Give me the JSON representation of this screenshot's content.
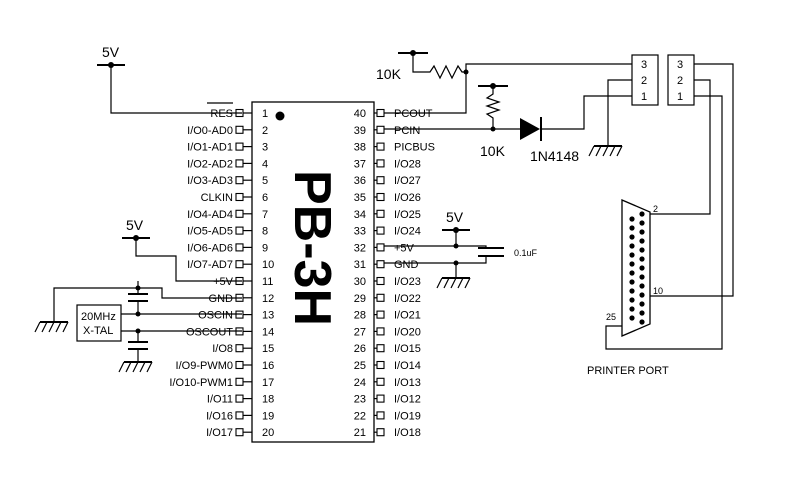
{
  "chip": {
    "name": "PB-3H",
    "left_pins": [
      {
        "num": "1",
        "label": "RES"
      },
      {
        "num": "2",
        "label": "I/O0-AD0"
      },
      {
        "num": "3",
        "label": "I/O1-AD1"
      },
      {
        "num": "4",
        "label": "I/O2-AD2"
      },
      {
        "num": "5",
        "label": "I/O3-AD3"
      },
      {
        "num": "6",
        "label": "CLKIN"
      },
      {
        "num": "7",
        "label": "I/O4-AD4"
      },
      {
        "num": "8",
        "label": "I/O5-AD5"
      },
      {
        "num": "9",
        "label": "I/O6-AD6"
      },
      {
        "num": "10",
        "label": "I/O7-AD7"
      },
      {
        "num": "11",
        "label": "+5V"
      },
      {
        "num": "12",
        "label": "GND"
      },
      {
        "num": "13",
        "label": "OSCIN"
      },
      {
        "num": "14",
        "label": "OSCOUT"
      },
      {
        "num": "15",
        "label": "I/O8"
      },
      {
        "num": "16",
        "label": "I/O9-PWM0"
      },
      {
        "num": "17",
        "label": "I/O10-PWM1"
      },
      {
        "num": "18",
        "label": "I/O11"
      },
      {
        "num": "19",
        "label": "I/O16"
      },
      {
        "num": "20",
        "label": "I/O17"
      }
    ],
    "right_pins": [
      {
        "num": "40",
        "label": "PCOUT"
      },
      {
        "num": "39",
        "label": "PCIN"
      },
      {
        "num": "38",
        "label": "PICBUS"
      },
      {
        "num": "37",
        "label": "I/O28"
      },
      {
        "num": "36",
        "label": "I/O27"
      },
      {
        "num": "35",
        "label": "I/O26"
      },
      {
        "num": "34",
        "label": "I/O25"
      },
      {
        "num": "33",
        "label": "I/O24"
      },
      {
        "num": "32",
        "label": "+5V"
      },
      {
        "num": "31",
        "label": "GND"
      },
      {
        "num": "30",
        "label": "I/O23"
      },
      {
        "num": "29",
        "label": "I/O22"
      },
      {
        "num": "28",
        "label": "I/O21"
      },
      {
        "num": "27",
        "label": "I/O20"
      },
      {
        "num": "26",
        "label": "I/O15"
      },
      {
        "num": "25",
        "label": "I/O14"
      },
      {
        "num": "24",
        "label": "I/O13"
      },
      {
        "num": "23",
        "label": "I/O12"
      },
      {
        "num": "22",
        "label": "I/O19"
      },
      {
        "num": "21",
        "label": "I/O18"
      }
    ]
  },
  "components": {
    "vcc_top": "5V",
    "vcc_mid": "5V",
    "vcc_right": "5V",
    "vcc_res": "",
    "res_top": "10K",
    "res_mid": "10K",
    "diode": "1N4148",
    "cap": "0.1uF",
    "crystal_line1": "20MHz",
    "crystal_line2": "X-TAL"
  },
  "connectors": {
    "conn1_pins": [
      "3",
      "2",
      "1"
    ],
    "conn2_pins": [
      "3",
      "2",
      "1"
    ],
    "db25_pin2": "2",
    "db25_pin10": "10",
    "db25_pin25": "25",
    "port_label": "PRINTER PORT"
  }
}
